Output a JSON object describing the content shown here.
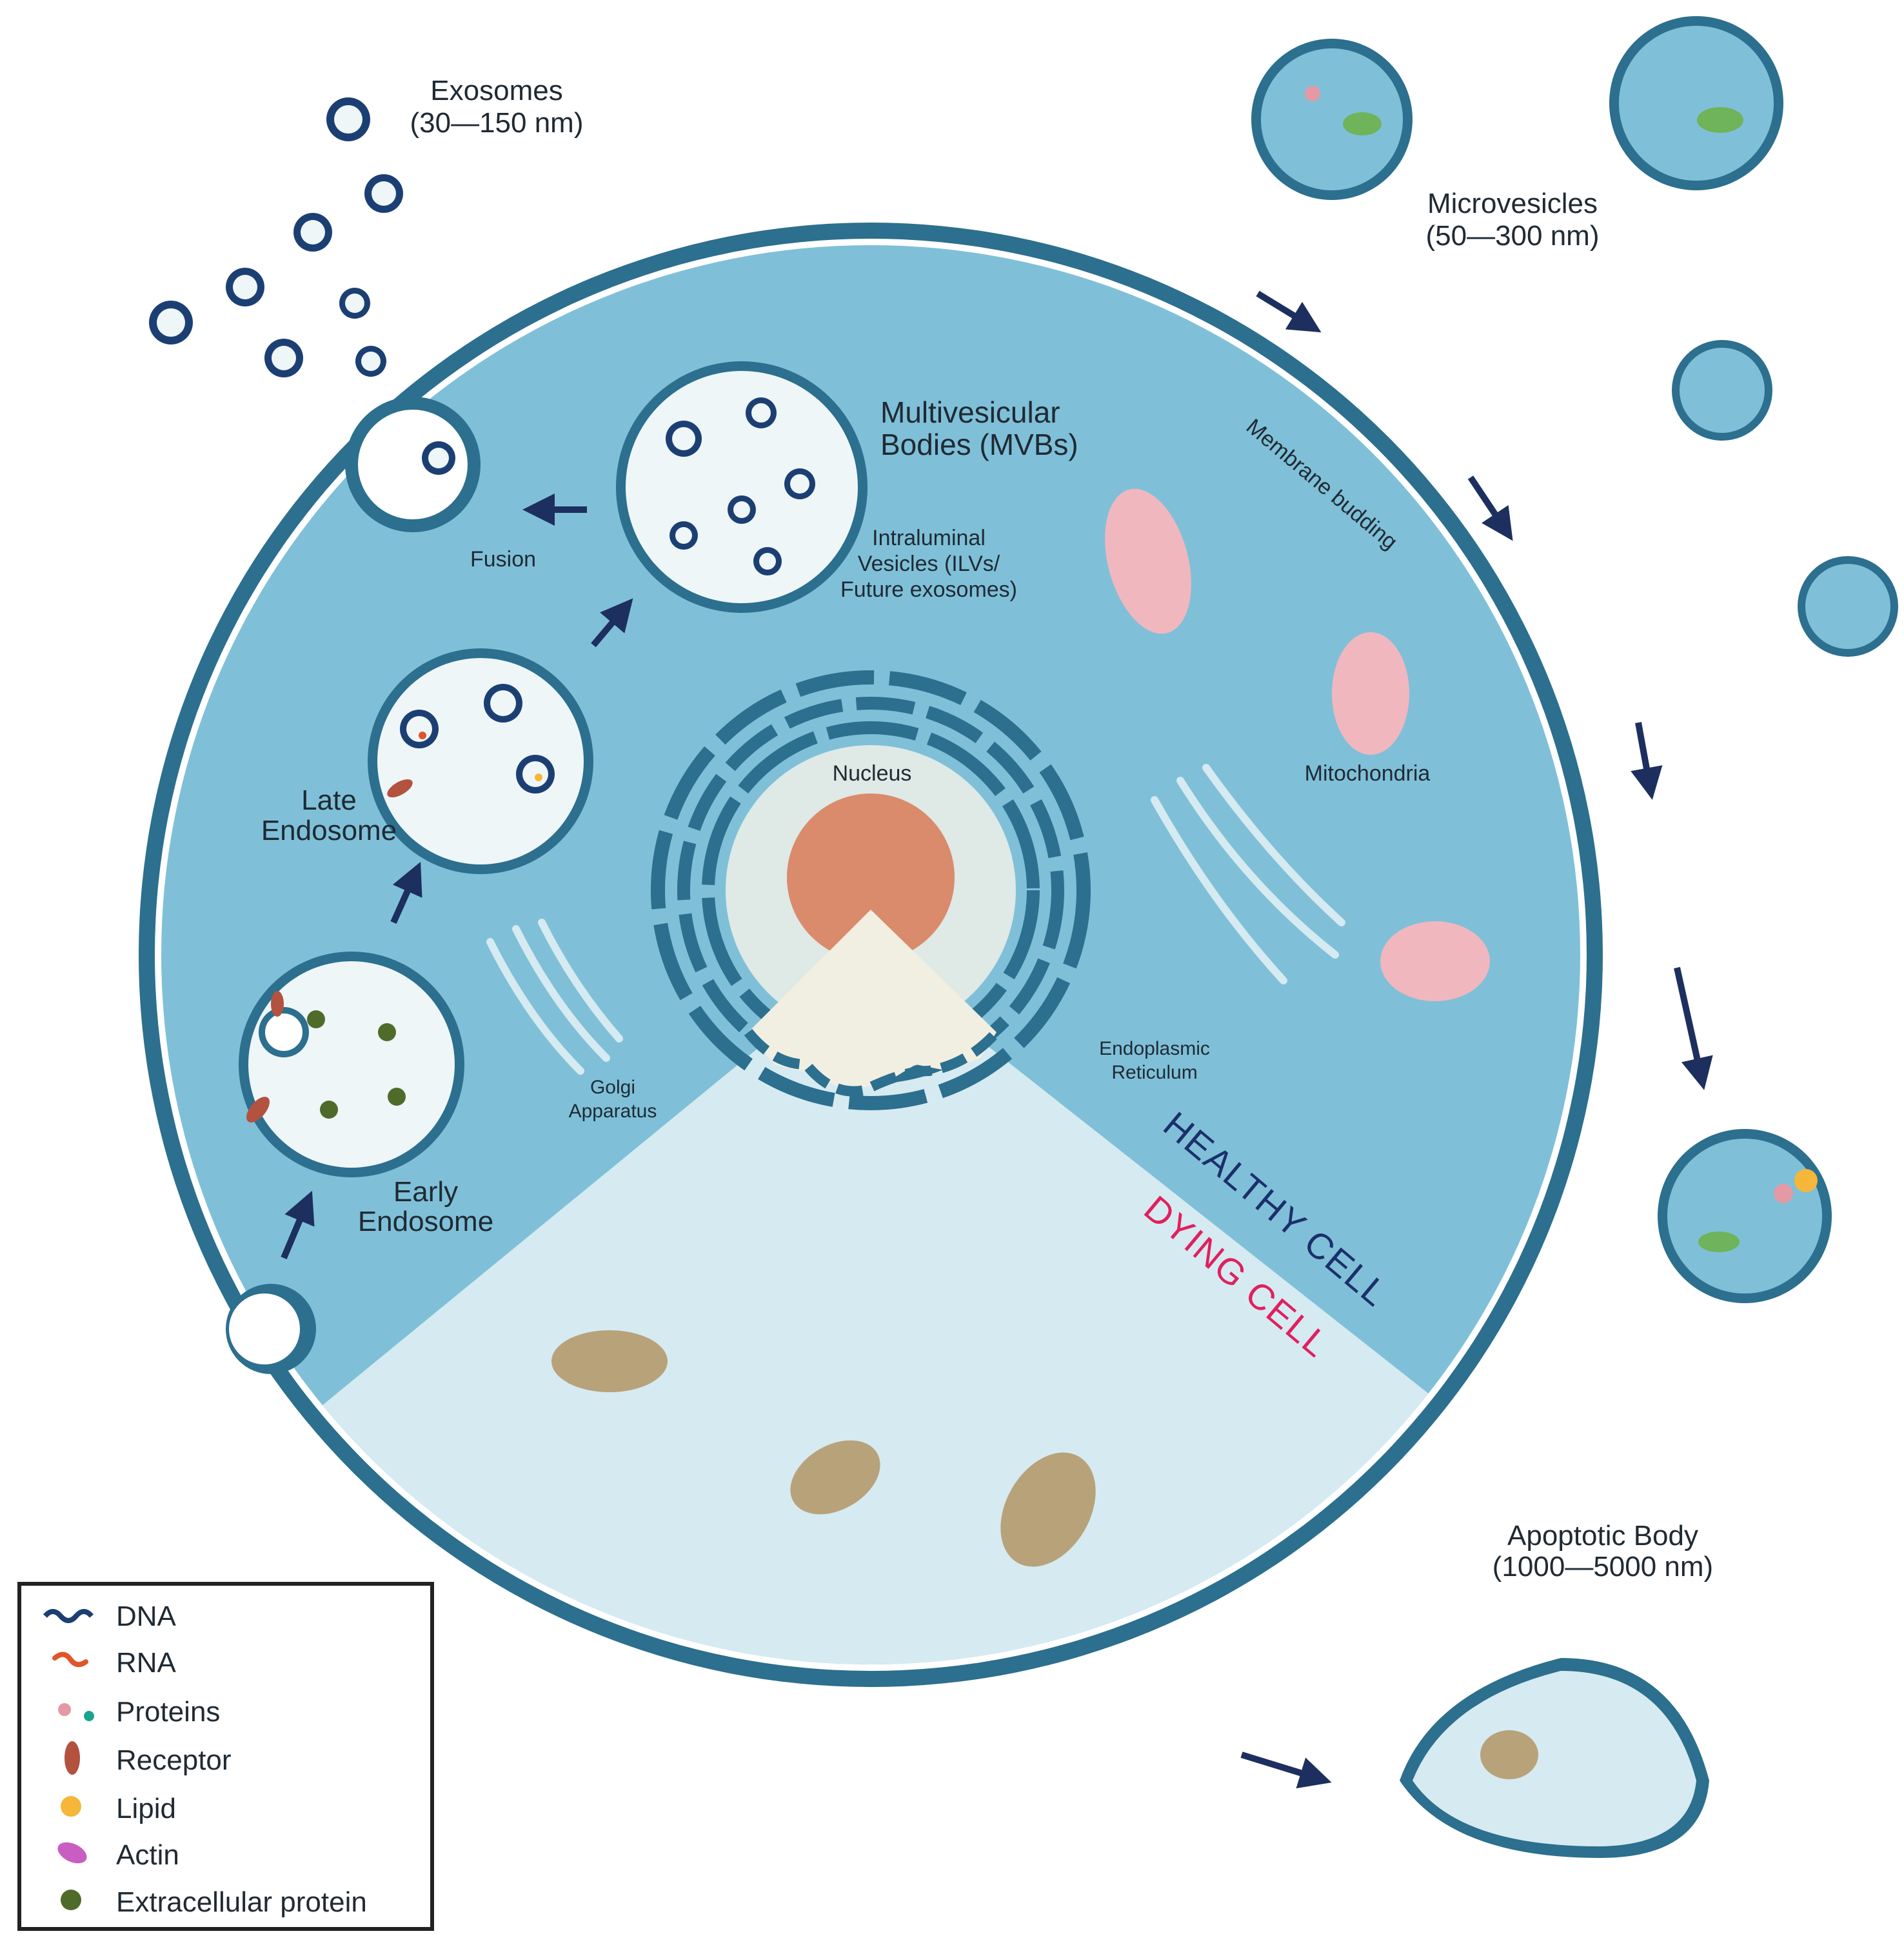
{
  "labels": {
    "exosomes": "Exosomes",
    "exosomes_size": "(30—150 nm)",
    "microvesicles": "Microvesicles",
    "microvesicles_size": "(50—300 nm)",
    "mvb_line1": "Multivesicular",
    "mvb_line2": "Bodies (MVBs)",
    "ilv_line1": "Intraluminal",
    "ilv_line2": "Vesicles (ILVs/",
    "ilv_line3": "Future exosomes)",
    "fusion": "Fusion",
    "late_endosome_line1": "Late",
    "late_endosome_line2": "Endosome",
    "early_endosome_line1": "Early",
    "early_endosome_line2": "Endosome",
    "nucleus": "Nucleus",
    "golgi_line1": "Golgi",
    "golgi_line2": "Apparatus",
    "er_line1": "Endoplasmic",
    "er_line2": "Reticulum",
    "mitochondria": "Mitochondria",
    "membrane_budding": "Membrane budding",
    "healthy_cell": "HEALTHY CELL",
    "dying_cell": "DYING CELL",
    "apoptotic_body": "Apoptotic Body",
    "apoptotic_body_size": "(1000—5000 nm)"
  },
  "legend": {
    "items": [
      {
        "label": "DNA",
        "icon": "dna-icon",
        "color": "#1c3f73"
      },
      {
        "label": "RNA",
        "icon": "rna-icon",
        "color": "#e0552a"
      },
      {
        "label": "Proteins",
        "icon": "proteins-icon",
        "color": "#e39aa4"
      },
      {
        "label": "Receptor",
        "icon": "receptor-icon",
        "color": "#b2523f"
      },
      {
        "label": "Lipid",
        "icon": "lipid-icon",
        "color": "#f5b63a"
      },
      {
        "label": "Actin",
        "icon": "actin-icon",
        "color": "#c95ec2"
      },
      {
        "label": "Extracellular protein",
        "icon": "extracellular-protein-icon",
        "color": "#4f6b2a"
      }
    ]
  },
  "colors": {
    "cell_fill": "#7fc0d8",
    "membrane": "#2c6f8e",
    "dying_fill": "#d6eaf1",
    "vesicle_fill": "#eef6f8",
    "mitochondria": "#f0b7bf",
    "nucleolus": "#d98b6c",
    "arrow": "#1c2f5e",
    "healthy_text": "#1c2f6b",
    "dying_text": "#e0205e"
  }
}
